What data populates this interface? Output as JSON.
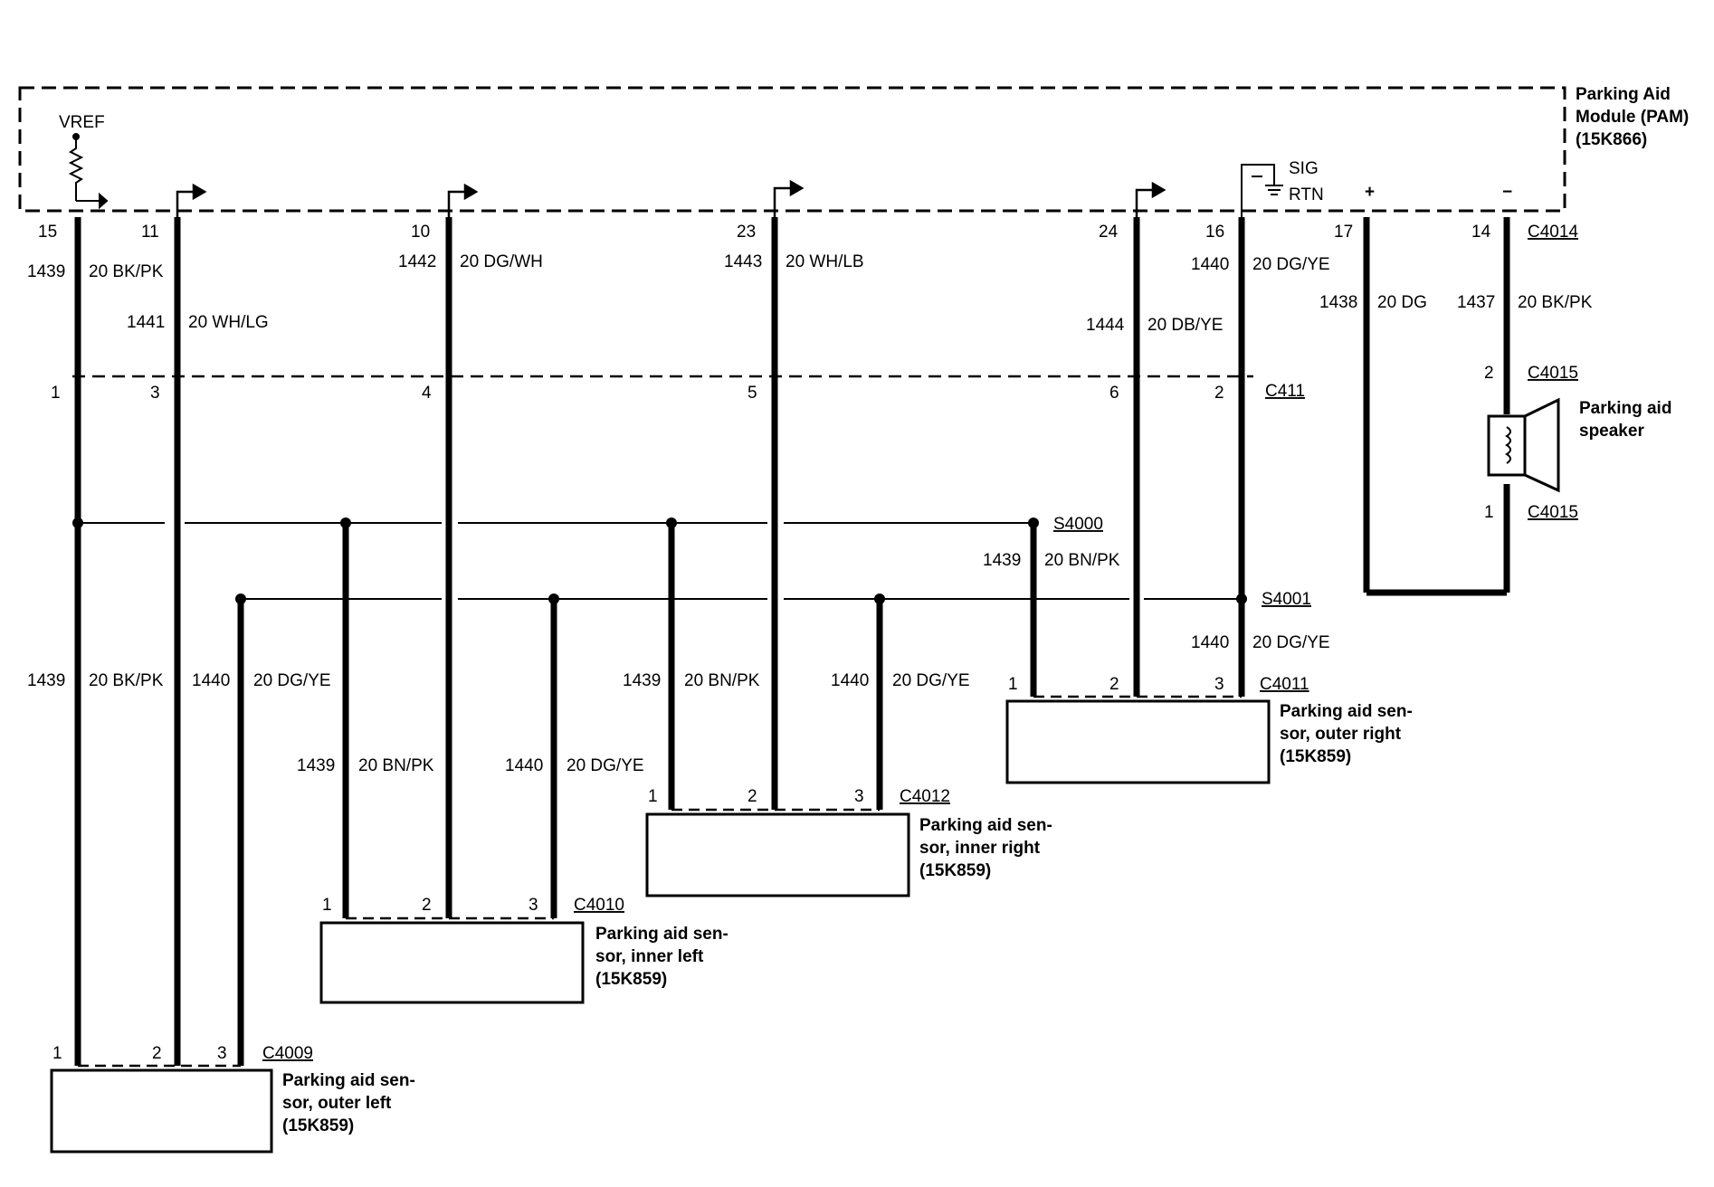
{
  "module": {
    "title_lines": [
      "Parking Aid",
      "Module (PAM)",
      "(15K866)"
    ],
    "vref_label": "VREF",
    "sig_label": "SIG",
    "rtn_label": "RTN",
    "plus_label": "+",
    "minus_label": "−",
    "connector": "C4014"
  },
  "pam_pins": [
    "15",
    "11",
    "10",
    "23",
    "24",
    "16",
    "17",
    "14"
  ],
  "wires_top": [
    {
      "circuit": "1439",
      "color": "20 BK/PK"
    },
    {
      "circuit": "1441",
      "color": "20 WH/LG"
    },
    {
      "circuit": "1442",
      "color": "20 DG/WH"
    },
    {
      "circuit": "1443",
      "color": "20 WH/LB"
    },
    {
      "circuit": "1444",
      "color": "20 DB/YE"
    },
    {
      "circuit": "1440",
      "color": "20 DG/YE"
    },
    {
      "circuit": "1438",
      "color": "20 DG"
    },
    {
      "circuit": "1437",
      "color": "20 BK/PK"
    }
  ],
  "c411": {
    "name": "C411",
    "pins": [
      "1",
      "3",
      "4",
      "5",
      "6",
      "2"
    ]
  },
  "splices": {
    "s4000": "S4000",
    "s4001": "S4001"
  },
  "speaker": {
    "name_lines": [
      "Parking aid",
      "speaker"
    ],
    "connector_top": "C4015",
    "connector_bottom": "C4015",
    "pin_top": "2",
    "pin_bottom": "1"
  },
  "wires_lower": {
    "outer_left_1439": {
      "circuit": "1439",
      "color": "20 BK/PK"
    },
    "outer_left_1440": {
      "circuit": "1440",
      "color": "20 DG/YE"
    },
    "inner_left_1439": {
      "circuit": "1439",
      "color": "20 BN/PK"
    },
    "inner_left_1440": {
      "circuit": "1440",
      "color": "20 DG/YE"
    },
    "inner_right_1439": {
      "circuit": "1439",
      "color": "20 BN/PK"
    },
    "inner_right_1440": {
      "circuit": "1440",
      "color": "20 DG/YE"
    },
    "outer_right_1439": {
      "circuit": "1439",
      "color": "20 BN/PK"
    },
    "outer_right_1440": {
      "circuit": "1440",
      "color": "20 DG/YE"
    }
  },
  "sensors": [
    {
      "connector": "C4009",
      "pins": [
        "1",
        "2",
        "3"
      ],
      "lines": [
        "Parking aid sen-",
        "sor, outer left",
        "(15K859)"
      ]
    },
    {
      "connector": "C4010",
      "pins": [
        "1",
        "2",
        "3"
      ],
      "lines": [
        "Parking aid sen-",
        "sor, inner left",
        "(15K859)"
      ]
    },
    {
      "connector": "C4012",
      "pins": [
        "1",
        "2",
        "3"
      ],
      "lines": [
        "Parking aid sen-",
        "sor, inner right",
        "(15K859)"
      ]
    },
    {
      "connector": "C4011",
      "pins": [
        "1",
        "2",
        "3"
      ],
      "lines": [
        "Parking aid sen-",
        "sor, outer right",
        "(15K859)"
      ]
    }
  ]
}
